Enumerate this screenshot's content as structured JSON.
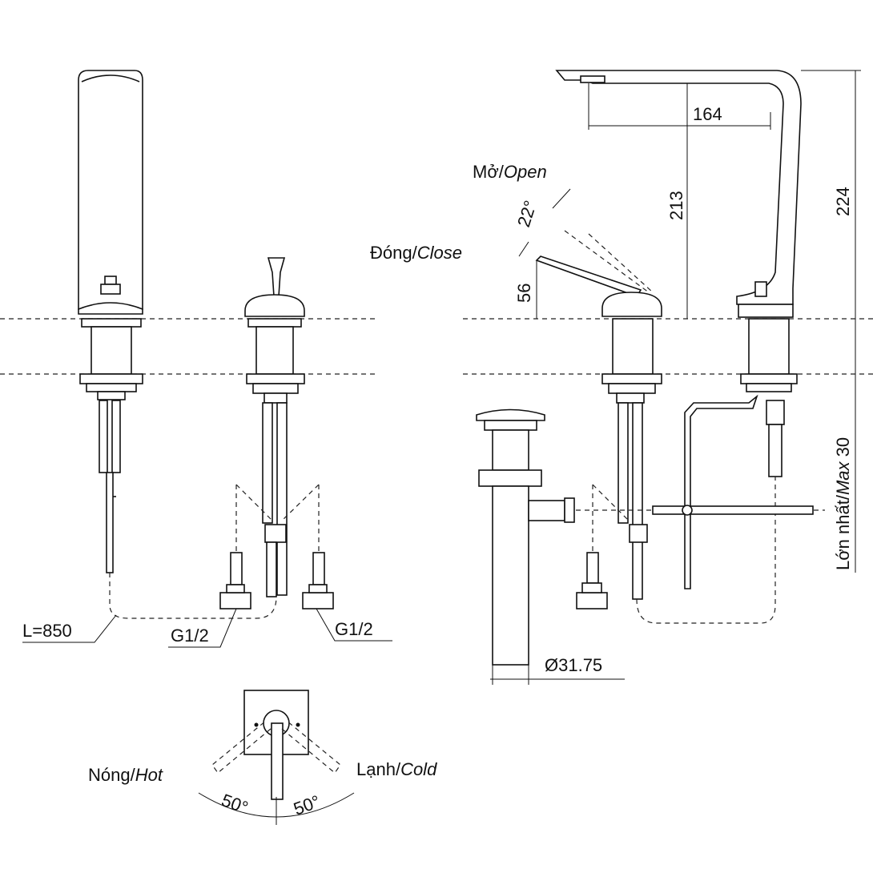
{
  "labels": {
    "dim_164": "164",
    "dim_213": "213",
    "dim_224": "224",
    "open_vn": "Mở/",
    "open_en": "Open",
    "angle_22": "22°",
    "close_vn": "Đóng/",
    "close_en": "Close",
    "dim_56": "56",
    "max_vn": "Lớn nhất/",
    "max_en": "Max",
    "max_val": " 30",
    "hose_length": "L=850",
    "thread_left": "G1/2",
    "thread_right": "G1/2",
    "drain_diameter": "Ø31.75",
    "hot_vn": "Nóng/",
    "hot_en": "Hot",
    "cold_vn": "Lạnh/",
    "cold_en": "Cold",
    "angle_hot": "50°",
    "angle_cold": "50°"
  },
  "colors": {
    "line": "#111111",
    "background": "#ffffff"
  }
}
